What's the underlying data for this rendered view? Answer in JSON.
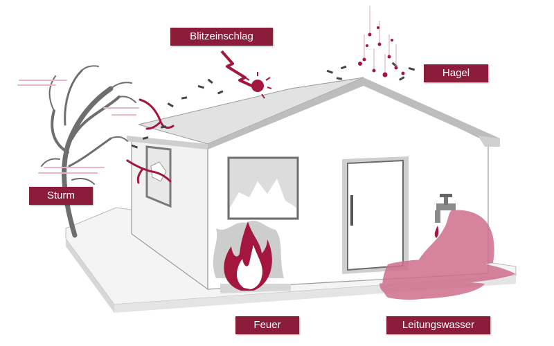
{
  "labels": {
    "lightning": "Blitzeinschlag",
    "hail": "Hagel",
    "storm": "Sturm",
    "fire": "Feuer",
    "water": "Leitungswasser"
  },
  "colors": {
    "label_bg": "#8b1d3b",
    "accent": "#a3163d",
    "water": "#cf6f8c",
    "house_wall": "#ffffff",
    "roof": "#dcdcdc",
    "outline": "#8a8a8a",
    "smoke": "#bdbdbd",
    "tree": "#6e6e6e"
  },
  "icons": [
    "lightning-bolt-icon",
    "hail-icon",
    "storm-tree-icon",
    "fire-flame-icon",
    "water-tap-icon"
  ]
}
